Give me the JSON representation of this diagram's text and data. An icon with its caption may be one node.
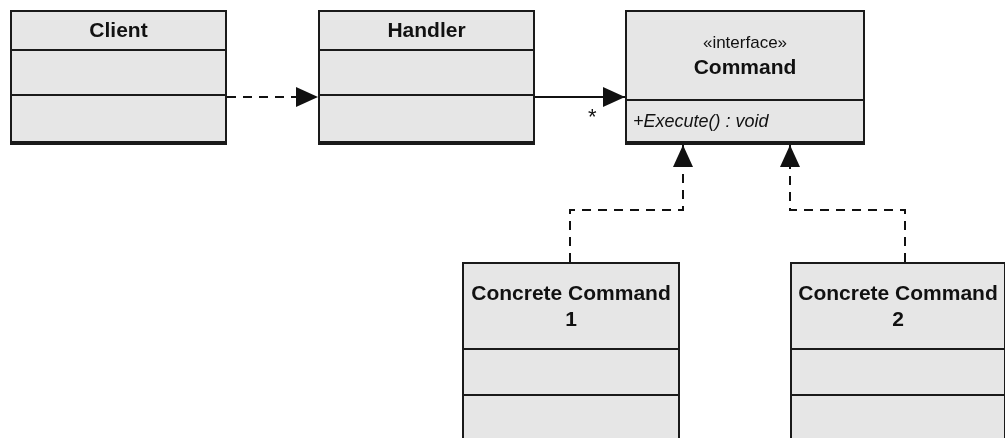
{
  "diagram": {
    "nodes": [
      {
        "text": [
          "Client"
        ]
      },
      {
        "text": [
          "Handler"
        ]
      },
      {
        "text": [
          "«interface»",
          "Command",
          "+Execute() : void"
        ]
      },
      {
        "text": [
          "Concrete Command 1"
        ]
      },
      {
        "text": [
          "Concrete Command 2"
        ]
      }
    ],
    "edges": [
      {
        "from": 0,
        "to": 1,
        "arrow": "to",
        "style": "dashed"
      },
      {
        "from": 1,
        "to": 2,
        "arrow": "to"
      },
      {
        "from": 3,
        "to": 2,
        "arrow": "to",
        "style": "dashed"
      },
      {
        "from": 4,
        "to": 2,
        "arrow": "to",
        "style": "dashed"
      }
    ],
    "labels": [
      "*"
    ]
  }
}
